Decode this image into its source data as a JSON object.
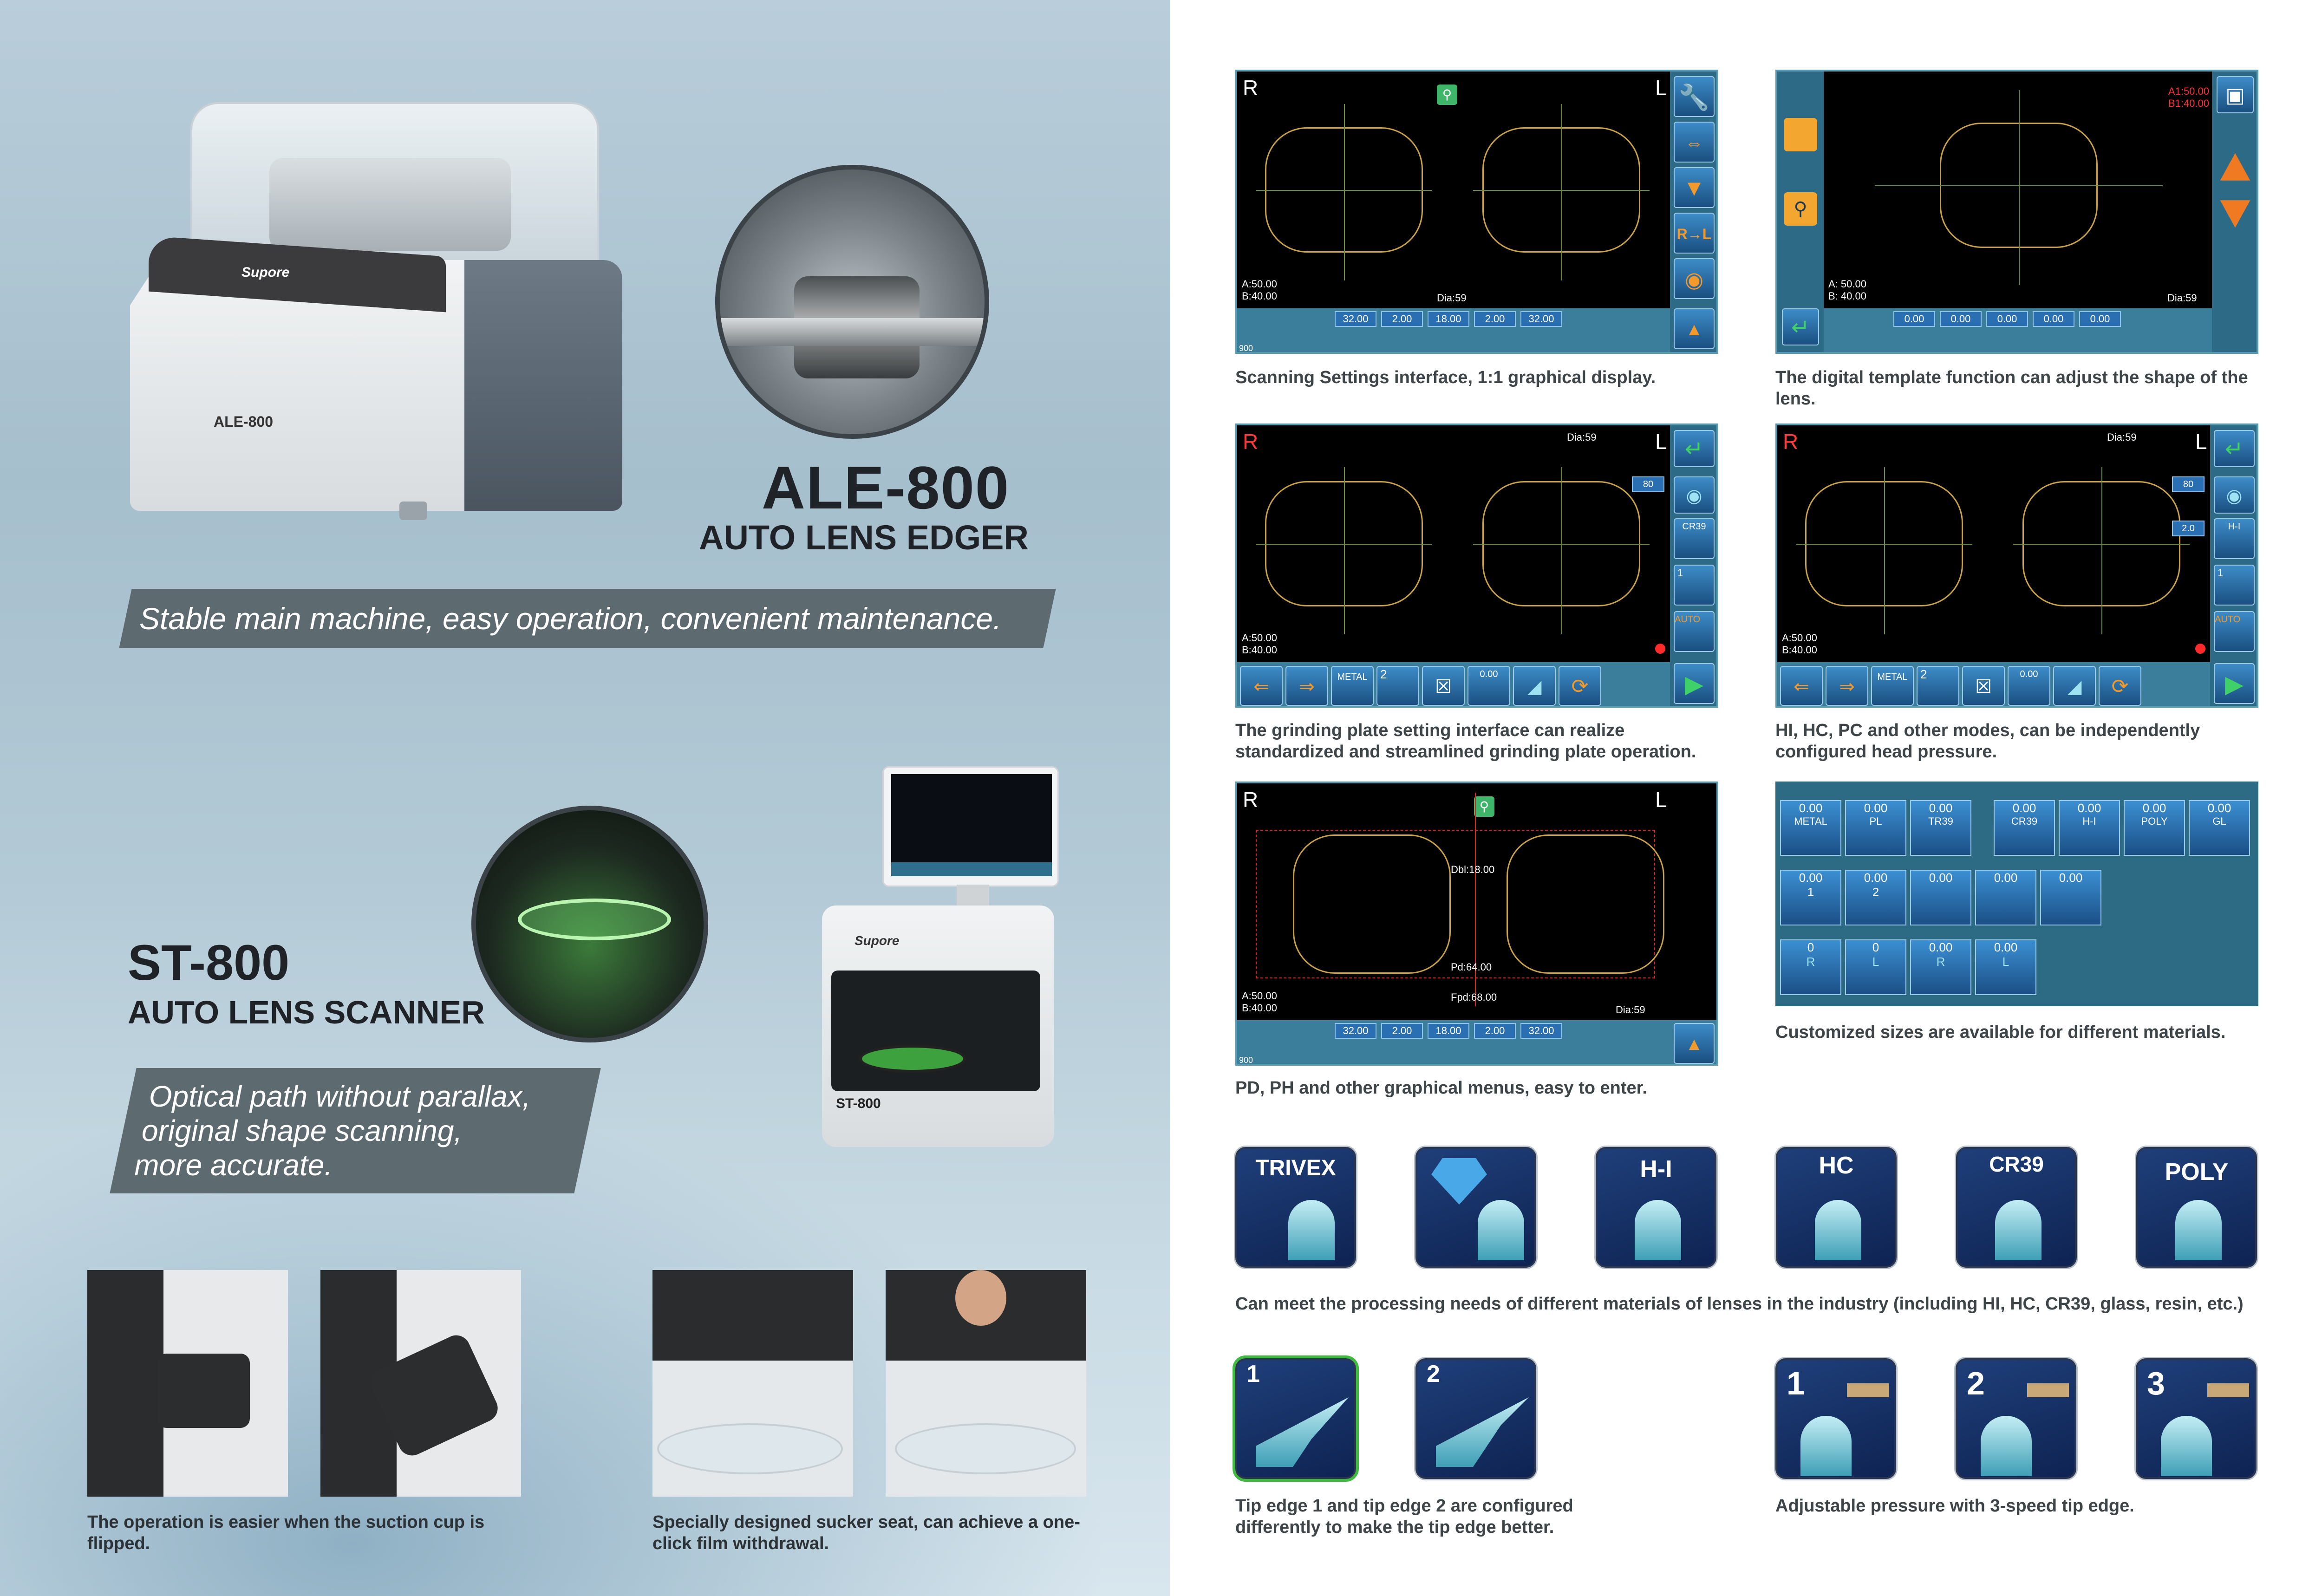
{
  "left": {
    "ale": {
      "model": "ALE-800",
      "subtitle": "AUTO LENS EDGER",
      "slogan": "Stable main machine, easy operation, convenient maintenance.",
      "machine_label": "ALE-800",
      "brand_label": "Supore"
    },
    "st": {
      "model": "ST-800",
      "subtitle": "AUTO LENS SCANNER",
      "slogan_lines": [
        "Optical path without parallax,",
        "original shape scanning,",
        "more accurate."
      ],
      "machine_label": "ST-800",
      "brand_label": "Supore"
    },
    "captions": {
      "suction": "The operation is easier when the suction cup is flipped.",
      "sucker": "Specially designed sucker seat, can achieve a one-click film withdrawal."
    }
  },
  "right": {
    "screens": {
      "scan": {
        "r": "R",
        "l": "L",
        "ab": [
          "A:50.00",
          "B:40.00"
        ],
        "dia": "Dia:59",
        "corner": "900",
        "values": [
          "32.00",
          "2.00",
          "18.00",
          "2.00",
          "32.00"
        ],
        "caption": "Scanning Settings interface, 1:1 graphical display."
      },
      "template": {
        "ab": [
          "A: 50.00",
          "B: 40.00"
        ],
        "dia": "Dia:59",
        "ab_red": [
          "A1:50.00",
          "B1:40.00"
        ],
        "values": [
          "0.00",
          "0.00",
          "0.00",
          "0.00",
          "0.00"
        ],
        "caption": "The digital template function can adjust the shape of the lens."
      },
      "grind": {
        "r": "R",
        "l": "L",
        "ab": [
          "A:50.00",
          "B:40.00"
        ],
        "dia": "Dia:59",
        "side": [
          "80",
          "CR39",
          "1",
          "AUTO"
        ],
        "bottom": [
          "METAL",
          "2",
          "0.00"
        ],
        "caption": "The grinding plate setting interface can realize standardized and streamlined grinding plate operation."
      },
      "pressure": {
        "r": "R",
        "l": "L",
        "ab": [
          "A:50.00",
          "B:40.00"
        ],
        "dia": "Dia:59",
        "side": [
          "80",
          "2.0",
          "H-I",
          "1",
          "AUTO"
        ],
        "bottom": [
          "METAL",
          "2",
          "0.00"
        ],
        "caption": "HI, HC, PC and other modes, can be independently configured head pressure."
      },
      "pd": {
        "r": "R",
        "l": "L",
        "ab": [
          "A:50.00",
          "B:40.00"
        ],
        "dia": "Dia:59",
        "corner": "900",
        "dbl": "Dbl:18.00",
        "pd": "Pd:64.00",
        "fpd": "Fpd:68.00",
        "values": [
          "32.00",
          "2.00",
          "18.00",
          "2.00",
          "32.00"
        ],
        "caption": "PD, PH and other graphical menus, easy to enter."
      },
      "materials": {
        "row1_vals": [
          "0.00",
          "0.00",
          "0.00",
          "0.00",
          "0.00",
          "0.00",
          "0.00"
        ],
        "row1_labels": [
          "METAL",
          "PL",
          "TR39",
          "CR39",
          "H-I",
          "POLY",
          "GL"
        ],
        "row2_vals": [
          "0.00",
          "0.00",
          "0.00",
          "0.00",
          "0.00"
        ],
        "row2_labels": [
          "1",
          "2",
          "",
          "",
          ""
        ],
        "row3_vals": [
          "0",
          "0",
          "0.00",
          "0.00"
        ],
        "row3_labels": [
          "R",
          "L",
          "R",
          "L"
        ],
        "caption": "Customized sizes are available for different materials."
      }
    },
    "material_buttons": {
      "labels": [
        "TRIVEX",
        "",
        "H-I",
        "HC",
        "CR39",
        "POLY"
      ],
      "caption": "Can meet the processing needs of different materials of lenses in the industry (including HI, HC, CR39, glass, resin, etc.)"
    },
    "tip_edges": {
      "labels": [
        "1",
        "2"
      ],
      "caption": "Tip edge 1 and tip edge 2 are configured differently to make the tip edge better."
    },
    "pressure_speeds": {
      "labels": [
        "1",
        "2",
        "3"
      ],
      "caption": "Adjustable pressure with 3-speed tip edge."
    }
  },
  "colors": {
    "screen_border": "#5a9ab0",
    "button_navy": "#1f3f7a",
    "slogan_bg": "#5d6a70"
  }
}
